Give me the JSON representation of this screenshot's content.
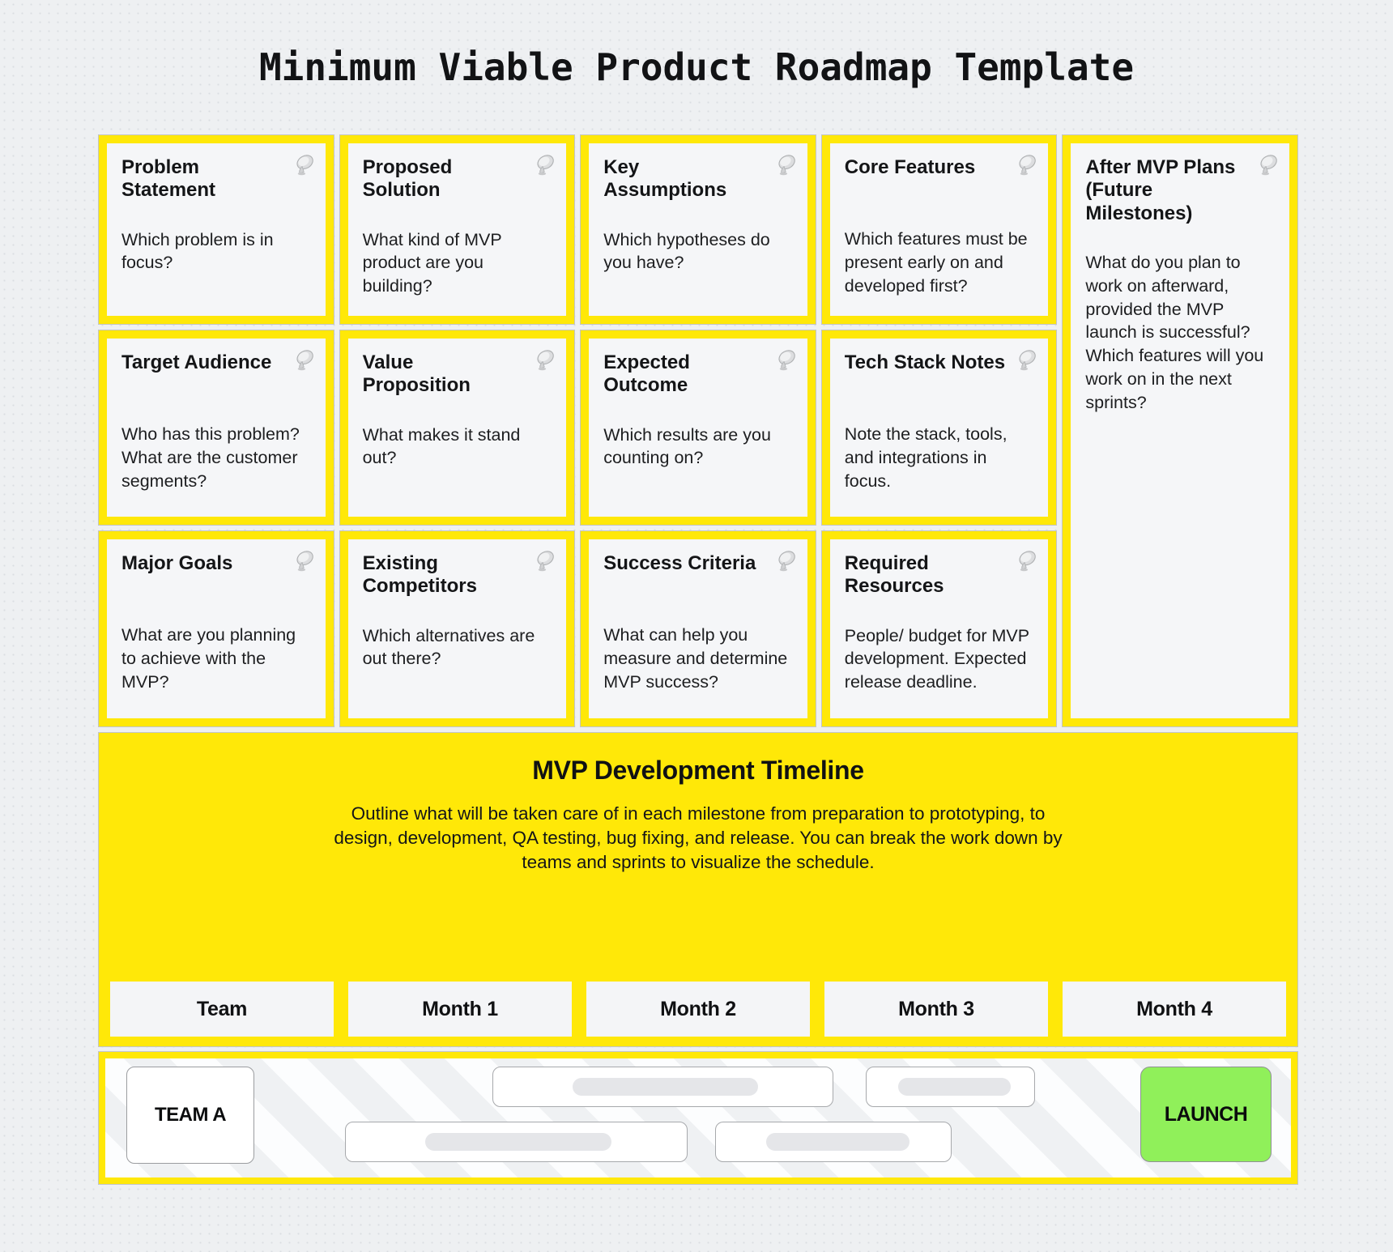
{
  "page": {
    "title": "Minimum Viable Product Roadmap Template"
  },
  "cards": [
    {
      "title": "Problem Statement",
      "body": "Which problem is in focus?"
    },
    {
      "title": "Proposed Solution",
      "body": "What kind of MVP product are you building?"
    },
    {
      "title": "Key Assumptions",
      "body": "Which hypotheses do you have?"
    },
    {
      "title": "Core Features",
      "body": "Which features must be present early on and developed first?"
    },
    {
      "title": "Target Audience",
      "body": "Who has this problem? What are the customer segments?"
    },
    {
      "title": "Value Proposition",
      "body": "What makes it stand out?"
    },
    {
      "title": "Expected Outcome",
      "body": "Which results are you counting on?"
    },
    {
      "title": "Tech Stack Notes",
      "body": "Note the stack, tools, and integrations in focus."
    },
    {
      "title": "Major Goals",
      "body": "What are you planning to achieve with the MVP?"
    },
    {
      "title": "Existing Competitors",
      "body": "Which alternatives are out there?"
    },
    {
      "title": "Success Criteria",
      "body": "What can help you measure and determine MVP success?"
    },
    {
      "title": "Required Resources",
      "body": "People/ budget for MVP development. Expected release deadline."
    },
    {
      "title": "After MVP Plans (Future Milestones)",
      "body": "What do you plan to work on afterward, provided the MVP launch is successful? Which features will you work on in the next sprints?"
    }
  ],
  "card_icon": "satellite-dish",
  "timeline": {
    "title": "MVP Development Timeline",
    "description": "Outline what will be taken care of in each milestone from preparation to prototyping, to design, development, QA testing, bug fixing, and release. You can break the work down by teams and sprints to visualize the schedule.",
    "columns": [
      "Team",
      "Month 1",
      "Month 2",
      "Month 3",
      "Month 4"
    ],
    "team_label": "TEAM A",
    "launch_label": "LAUNCH"
  },
  "colors": {
    "accent_yellow": "#ffe808",
    "launch_green": "#90f05a",
    "card_background": "#f5f6f8",
    "page_background": "#eef0f2"
  }
}
